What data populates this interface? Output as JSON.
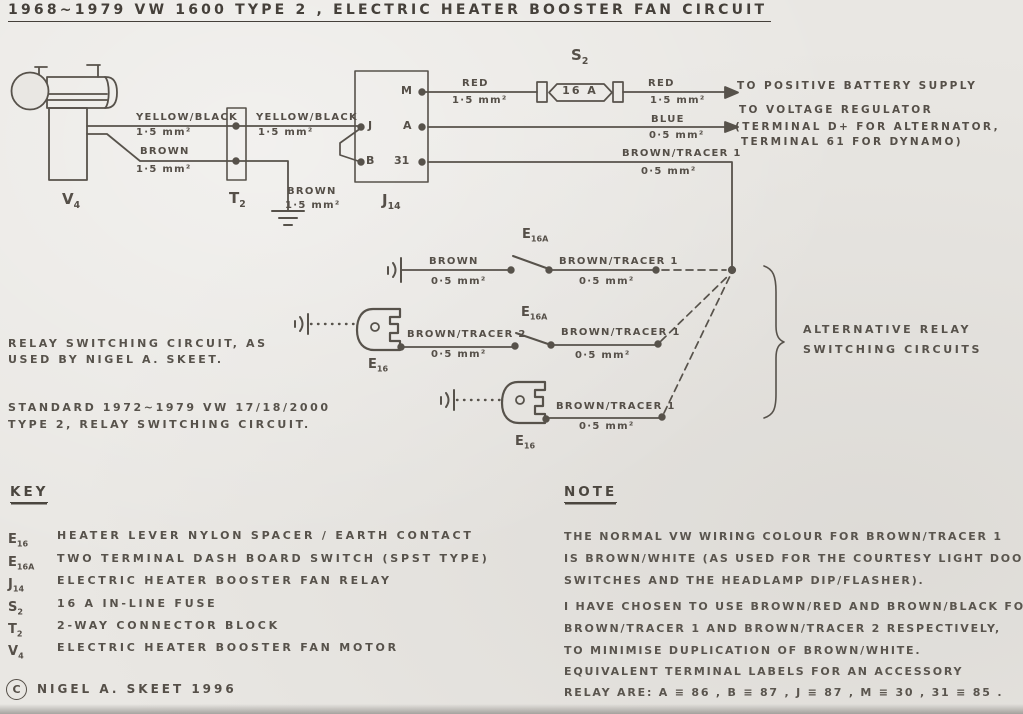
{
  "title": "1968~1979 VW 1600 TYPE 2 , ELECTRIC HEATER BOOSTER FAN CIRCUIT",
  "colors": {
    "paper": "#e9e7e3",
    "ink": "#57524b"
  },
  "components": {
    "v4": {
      "sym": "V",
      "sub": "4"
    },
    "t2": {
      "sym": "T",
      "sub": "2"
    },
    "j14": {
      "sym": "J",
      "sub": "14"
    },
    "s2": {
      "sym": "S",
      "sub": "2"
    },
    "e16a_top": {
      "sym": "E",
      "sub": "16A"
    },
    "e16_mid": {
      "sym": "E",
      "sub": "16"
    },
    "e16a_mid": {
      "sym": "E",
      "sub": "16A"
    },
    "e16_bot": {
      "sym": "E",
      "sub": "16"
    }
  },
  "terminals": {
    "m": "M",
    "j": "J",
    "a": "A",
    "b": "B",
    "t31": "31"
  },
  "fuse": {
    "rating": "16 A"
  },
  "wires": {
    "yb_left": {
      "name": "YELLOW/BLACK",
      "size": "1·5 mm²"
    },
    "brown_left": {
      "name": "BROWN",
      "size": "1·5 mm²"
    },
    "yb_right": {
      "name": "YELLOW/BLACK",
      "size": "1·5 mm²"
    },
    "brown_earth": {
      "name": "BROWN",
      "size": "1·5 mm²"
    },
    "red_left": {
      "name": "RED",
      "size": "1·5 mm²"
    },
    "red_right": {
      "name": "RED",
      "size": "1·5 mm²"
    },
    "blue": {
      "name": "BLUE",
      "size": "0·5 mm²"
    },
    "bt1_main": {
      "name": "BROWN/TRACER 1",
      "size": "0·5 mm²"
    },
    "alt1_brown": {
      "name": "BROWN",
      "size": "0·5 mm²"
    },
    "alt1_bt1": {
      "name": "BROWN/TRACER 1",
      "size": "0·5 mm²"
    },
    "alt2_bt2": {
      "name": "BROWN/TRACER 2",
      "size": "0·5 mm²"
    },
    "alt2_bt1": {
      "name": "BROWN/TRACER 1",
      "size": "0·5 mm²"
    },
    "alt3_bt1": {
      "name": "BROWN/TRACER 1",
      "size": "0·5 mm²"
    }
  },
  "destinations": {
    "battery": "TO POSITIVE BATTERY SUPPLY",
    "regulator1": "TO VOLTAGE REGULATOR",
    "regulator2": "(TERMINAL D+ FOR ALTERNATOR,",
    "regulator3": "TERMINAL 61 FOR DYNAMO)"
  },
  "annotations": {
    "relay1": "RELAY SWITCHING CIRCUIT, AS",
    "relay2": "USED BY NIGEL A. SKEET.",
    "standard1": "STANDARD 1972~1979 VW 17/18/2000",
    "standard2": "TYPE 2, RELAY SWITCHING CIRCUIT.",
    "alt1": "ALTERNATIVE RELAY",
    "alt2": "SWITCHING CIRCUITS"
  },
  "key": {
    "heading": "KEY",
    "items": [
      {
        "sym": "E",
        "sub": "16",
        "desc": "HEATER LEVER NYLON SPACER / EARTH CONTACT"
      },
      {
        "sym": "E",
        "sub": "16A",
        "desc": "TWO TERMINAL DASH BOARD SWITCH (SPST TYPE)"
      },
      {
        "sym": "J",
        "sub": "14",
        "desc": "ELECTRIC HEATER BOOSTER FAN RELAY"
      },
      {
        "sym": "S",
        "sub": "2",
        "desc": "16 A IN-LINE FUSE"
      },
      {
        "sym": "T",
        "sub": "2",
        "desc": "2-WAY CONNECTOR BLOCK"
      },
      {
        "sym": "V",
        "sub": "4",
        "desc": "ELECTRIC HEATER BOOSTER FAN MOTOR"
      }
    ],
    "copyright_symbol": "C",
    "copyright": "NIGEL A. SKEET 1996"
  },
  "note": {
    "heading": "NOTE",
    "lines": [
      "THE NORMAL VW WIRING COLOUR FOR BROWN/TRACER 1",
      "IS BROWN/WHITE (AS USED FOR THE COURTESY LIGHT DOOR-",
      "SWITCHES AND THE HEADLAMP DIP/FLASHER).",
      "I HAVE CHOSEN TO USE BROWN/RED AND BROWN/BLACK FOR",
      "BROWN/TRACER 1 AND BROWN/TRACER 2 RESPECTIVELY,",
      "TO MINIMISE DUPLICATION OF BROWN/WHITE.",
      "EQUIVALENT TERMINAL LABELS FOR AN ACCESSORY",
      "RELAY ARE: A ≡ 86 , B ≡ 87 , J ≡ 87 , M ≡ 30 , 31 ≡ 85 ."
    ]
  }
}
